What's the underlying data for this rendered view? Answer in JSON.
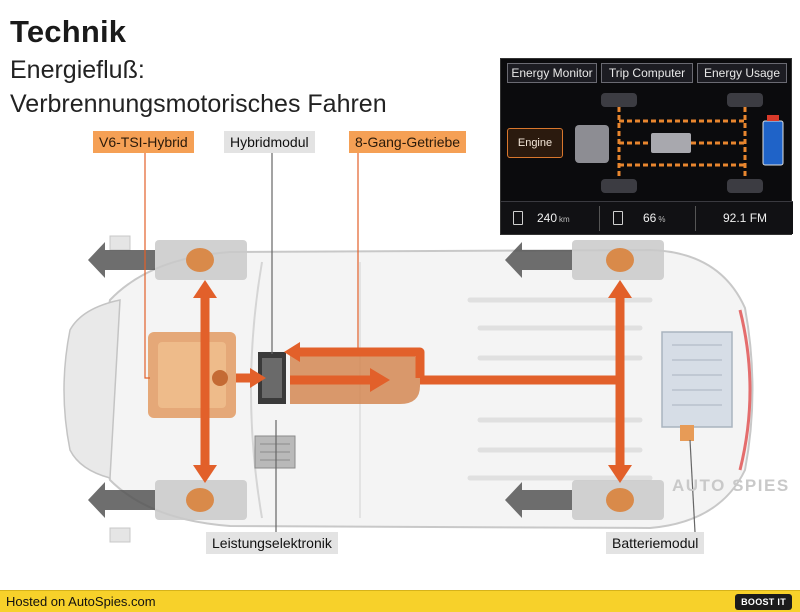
{
  "slide": {
    "title": "Technik",
    "subtitle_line1": "Energiefluß:",
    "subtitle_line2": "Verbrennungsmotorisches Fahren"
  },
  "labels": {
    "engine": "V6-TSI-Hybrid",
    "hybrid_module": "Hybridmodul",
    "gearbox": "8-Gang-Getriebe",
    "power_electronics": "Leistungselektronik",
    "battery_module": "Batteriemodul"
  },
  "screen": {
    "tabs": [
      "Energy Monitor",
      "Trip Computer",
      "Energy Usage"
    ],
    "mode_button": "Engine",
    "range_value": "240",
    "range_unit": "km",
    "battery_value": "66",
    "battery_unit": "%",
    "radio": "92.1  FM"
  },
  "watermark": "AUTO SPIES",
  "footer": {
    "hosted_text": "Hosted on AutoSpies.com",
    "boost_label": "BOOST IT"
  },
  "colors": {
    "flow_orange": "#e2602a",
    "label_orange": "#f5a055",
    "label_gray": "#e3e3e3",
    "footer_yellow": "#f7d12a"
  }
}
